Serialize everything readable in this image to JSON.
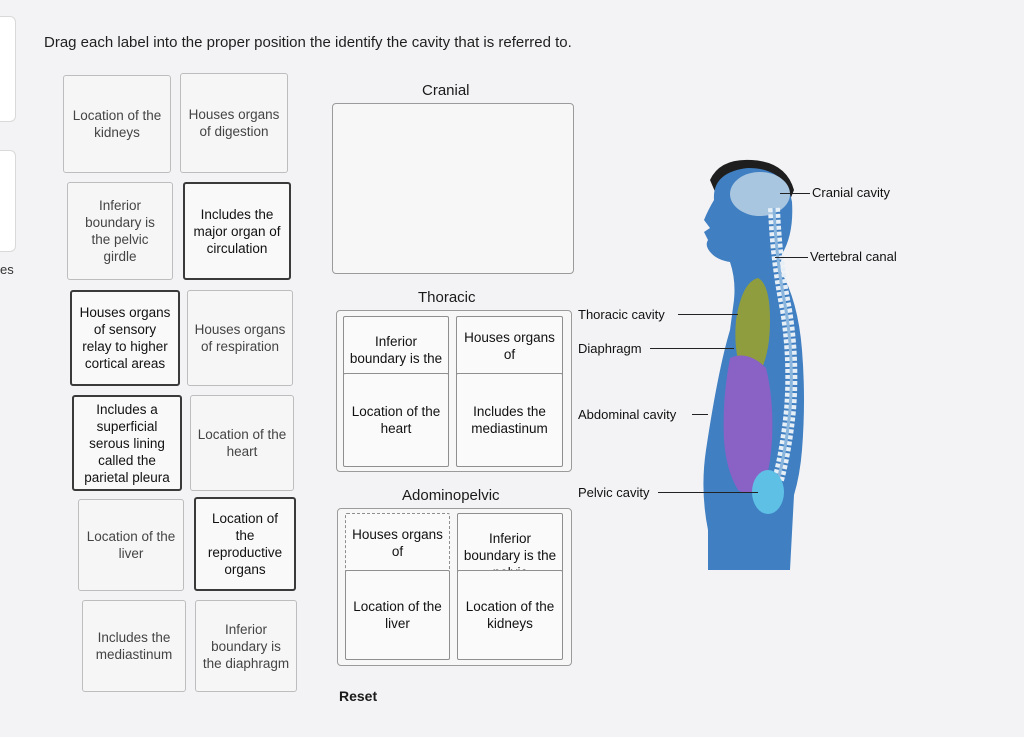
{
  "left_edge": {
    "partial_text": "es"
  },
  "instructions": "Drag each label into the proper position the identify the cavity that is referred to.",
  "bank": [
    "Location of the kidneys",
    "Houses organs of digestion",
    "Inferior boundary is the pelvic girdle",
    "Includes the major organ of circulation",
    "Houses organs of sensory relay to higher cortical areas",
    "Houses organs of respiration",
    "Includes a superficial serous lining called the parietal pleura",
    "Location of the heart",
    "Location of the liver",
    "Location of the reproductive organs",
    "Includes the mediastinum",
    "Inferior boundary is the diaphragm"
  ],
  "zones": {
    "cranial": {
      "title": "Cranial"
    },
    "thoracic": {
      "title": "Thoracic",
      "placed": [
        "Inferior boundary is the",
        "Houses organs of",
        "Location of the heart",
        "Includes the mediastinum"
      ]
    },
    "abdominopelvic": {
      "title": "Adominopelvic",
      "placed": [
        "Houses organs of",
        "Inferior boundary is the pelvic",
        "Location of the liver",
        "Location of the kidneys"
      ]
    }
  },
  "reset_label": "Reset",
  "figure_labels": {
    "cranial": "Cranial cavity",
    "vertebral": "Vertebral canal",
    "thoracic": "Thoracic cavity",
    "diaphragm": "Diaphragm",
    "abdominal": "Abdominal cavity",
    "pelvic": "Pelvic cavity"
  },
  "colors": {
    "body": "#3f7fc2",
    "cranial_cavity": "#a9c6e0",
    "thoracic_cavity": "#8f9d3f",
    "abdominal_cavity": "#8a62c6",
    "pelvic_cavity": "#5fc0e6",
    "spine": "#e6eef6"
  }
}
